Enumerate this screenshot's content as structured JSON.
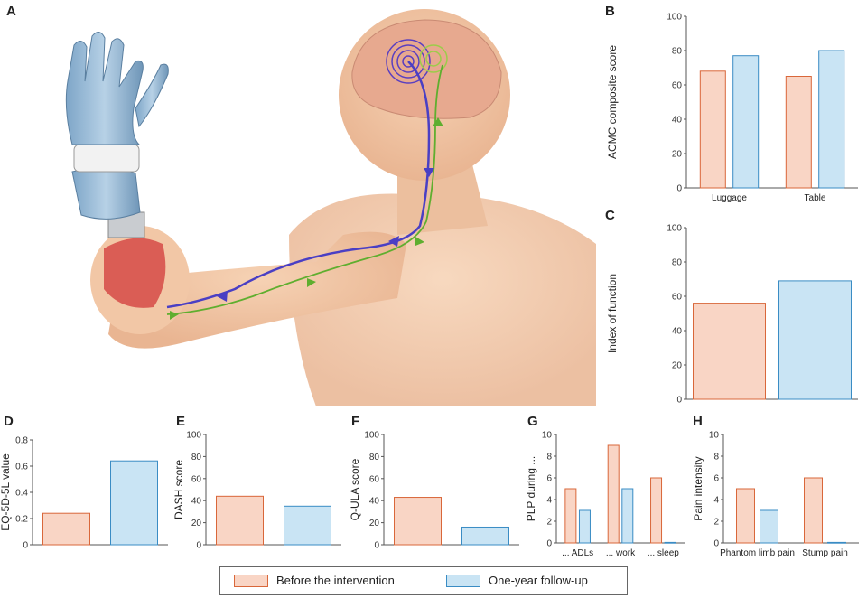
{
  "panels": {
    "a": "A",
    "b": "B",
    "c": "C",
    "d": "D",
    "e": "E",
    "f": "F",
    "g": "G",
    "h": "H"
  },
  "colors": {
    "before_fill": "#f9d5c5",
    "before_stroke": "#d9673a",
    "after_fill": "#c9e4f4",
    "after_stroke": "#3a8cc4",
    "efferent_path": "#4a3fc4",
    "afferent_path": "#5fae2f"
  },
  "legend": {
    "before": "Before the intervention",
    "after": "One-year follow-up"
  },
  "chart_data": [
    {
      "id": "B",
      "type": "bar",
      "categories": [
        "Luggage",
        "Table"
      ],
      "series": [
        {
          "name": "Before the intervention",
          "values": [
            68,
            65
          ]
        },
        {
          "name": "One-year follow-up",
          "values": [
            77,
            80
          ]
        }
      ],
      "ylabel": "ACMC composite score",
      "ylim": [
        0,
        100
      ],
      "yticks": [
        0,
        20,
        40,
        60,
        80,
        100
      ]
    },
    {
      "id": "C",
      "type": "bar",
      "categories": [
        ""
      ],
      "series": [
        {
          "name": "Before the intervention",
          "values": [
            56
          ]
        },
        {
          "name": "One-year follow-up",
          "values": [
            69
          ]
        }
      ],
      "ylabel": "Index of function",
      "ylim": [
        0,
        100
      ],
      "yticks": [
        0,
        20,
        40,
        60,
        80,
        100
      ]
    },
    {
      "id": "D",
      "type": "bar",
      "categories": [
        ""
      ],
      "series": [
        {
          "name": "Before the intervention",
          "values": [
            0.24
          ]
        },
        {
          "name": "One-year follow-up",
          "values": [
            0.64
          ]
        }
      ],
      "ylabel": "EQ-5D-5L value",
      "ylim": [
        0,
        0.8
      ],
      "yticks": [
        0,
        0.2,
        0.4,
        0.6,
        0.8
      ]
    },
    {
      "id": "E",
      "type": "bar",
      "categories": [
        ""
      ],
      "series": [
        {
          "name": "Before the intervention",
          "values": [
            44
          ]
        },
        {
          "name": "One-year follow-up",
          "values": [
            35
          ]
        }
      ],
      "ylabel": "DASH score",
      "ylim": [
        0,
        100
      ],
      "yticks": [
        0,
        20,
        40,
        60,
        80,
        100
      ]
    },
    {
      "id": "F",
      "type": "bar",
      "categories": [
        ""
      ],
      "series": [
        {
          "name": "Before the intervention",
          "values": [
            43
          ]
        },
        {
          "name": "One-year follow-up",
          "values": [
            16
          ]
        }
      ],
      "ylabel": "Q-ULA score",
      "ylim": [
        0,
        100
      ],
      "yticks": [
        0,
        20,
        40,
        60,
        80,
        100
      ]
    },
    {
      "id": "G",
      "type": "bar",
      "categories": [
        "... ADLs",
        "... work",
        "... sleep"
      ],
      "series": [
        {
          "name": "Before the intervention",
          "values": [
            5,
            9,
            6
          ]
        },
        {
          "name": "One-year follow-up",
          "values": [
            3,
            5,
            0.05
          ]
        }
      ],
      "ylabel": "PLP during ...",
      "ylim": [
        0,
        10
      ],
      "yticks": [
        0,
        2,
        4,
        6,
        8,
        10
      ]
    },
    {
      "id": "H",
      "type": "bar",
      "categories": [
        "Phantom limb pain",
        "Stump pain"
      ],
      "series": [
        {
          "name": "Before the intervention",
          "values": [
            5,
            6
          ]
        },
        {
          "name": "One-year follow-up",
          "values": [
            3,
            0.05
          ]
        }
      ],
      "ylabel": "Pain intensity",
      "ylim": [
        0,
        10
      ],
      "yticks": [
        0,
        2,
        4,
        6,
        8,
        10
      ]
    }
  ]
}
